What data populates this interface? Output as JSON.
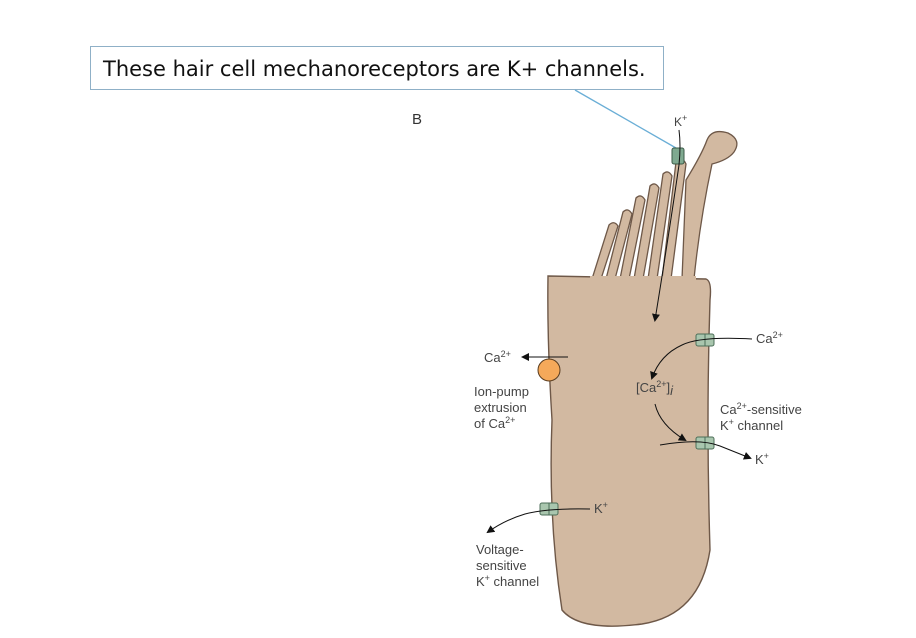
{
  "callout": {
    "text": "These hair cell mechanoreceptors are K+ channels."
  },
  "panel_label": "B",
  "labels": {
    "top_ion": {
      "base": "K",
      "sup": "+"
    },
    "ca_right": {
      "base": "Ca",
      "sup": "2+"
    },
    "ca_left": {
      "base": "Ca",
      "sup": "2+"
    },
    "ca_internal": {
      "open": "[Ca",
      "sup": "2+",
      "close": "]",
      "sub": "i"
    },
    "pump_line1": "Ion-pump",
    "pump_line2": "extrusion",
    "pump_line3": {
      "base": "of Ca",
      "sup": "2+"
    },
    "ca_sensitive_line1": {
      "base": "Ca",
      "sup": "2+",
      "rest": "-sensitive"
    },
    "ca_sensitive_line2": {
      "base": "K",
      "sup": "+",
      "rest": " channel"
    },
    "k_out_right": {
      "base": "K",
      "sup": "+"
    },
    "k_out_voltage": {
      "base": "K",
      "sup": "+"
    },
    "voltage_line1": "Voltage-",
    "voltage_line2": "sensitive",
    "voltage_line3": {
      "base": "K",
      "sup": "+",
      "rest": " channel"
    }
  },
  "colors": {
    "cell_fill": "#d2b9a1",
    "cell_stroke": "#6e5848",
    "channel_fill": "#a9c6ae",
    "pump_fill": "#f5a95a",
    "callout_line": "#6aaed6"
  }
}
